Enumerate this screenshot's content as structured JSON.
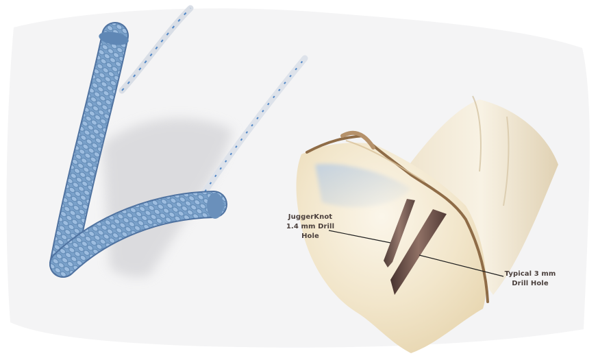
{
  "image": {
    "subject": "braided suture anchor and bone drill hole comparison illustration",
    "background_color": "#ffffff"
  },
  "labels": {
    "juggerknot": {
      "lines": [
        "JuggerKnot",
        "1.4 mm Drill",
        "Hole"
      ]
    },
    "typical": {
      "lines": [
        "Typical 3 mm",
        "Drill Hole"
      ]
    }
  },
  "colors": {
    "anchor_blue": "#7ea4cc",
    "suture_white": "#e4e8ef",
    "suture_stripe": "#4f86c6",
    "bone_cream": "#f1e6cc",
    "cortex_brown": "#9c7a55",
    "hole_dark": "#5a3f39",
    "text": "#4a3f3c"
  }
}
